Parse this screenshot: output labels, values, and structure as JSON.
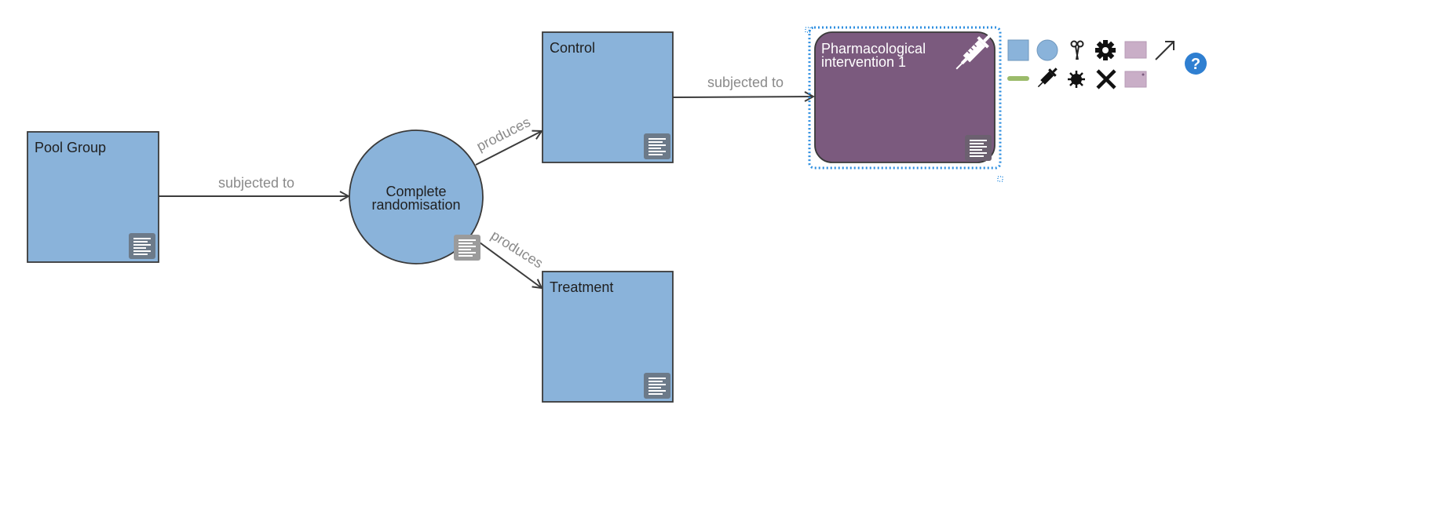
{
  "nodes": {
    "pool_group": {
      "label": "Pool Group"
    },
    "randomisation": {
      "label_line1": "Complete",
      "label_line2": "randomisation"
    },
    "control": {
      "label": "Control"
    },
    "treatment": {
      "label": "Treatment"
    },
    "intervention": {
      "label_line1": "Pharmacological",
      "label_line2": "intervention 1"
    }
  },
  "edges": {
    "pool_to_random": {
      "label": "subjected to"
    },
    "random_to_control": {
      "label": "produces"
    },
    "random_to_treatment": {
      "label": "produces"
    },
    "control_to_intervention": {
      "label": "subjected to"
    }
  },
  "toolbar": {
    "items": [
      {
        "name": "square-shape-icon"
      },
      {
        "name": "circle-shape-icon"
      },
      {
        "name": "scissors-icon"
      },
      {
        "name": "gear-icon"
      },
      {
        "name": "purple-rectangle-icon"
      },
      {
        "name": "arrow-connector-icon"
      },
      {
        "name": "green-bar-icon"
      },
      {
        "name": "syringe-icon"
      },
      {
        "name": "virus-icon"
      },
      {
        "name": "delete-x-icon"
      },
      {
        "name": "purple-rectangle-dot-icon"
      }
    ],
    "help_label": "?"
  },
  "colors": {
    "box_fill": "#8ab3da",
    "intervention_fill": "#7b5a7e",
    "selection": "#2f8fe0",
    "edge_label": "#8a8a8a"
  }
}
